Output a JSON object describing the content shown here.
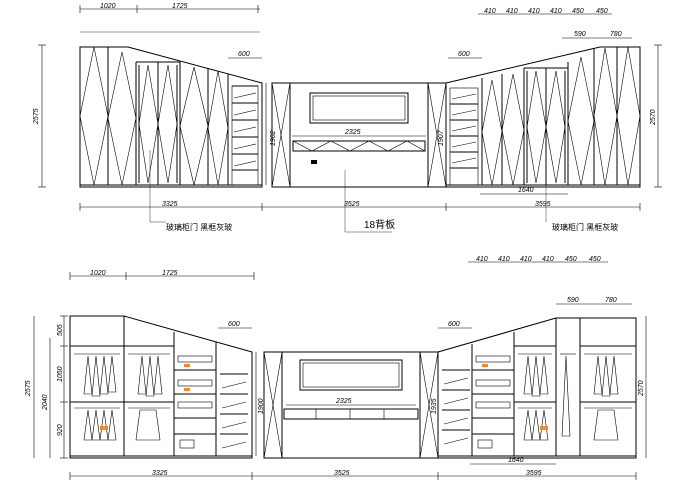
{
  "colors": {
    "line": "#000000",
    "accent": "#f28c28",
    "background": "#ffffff"
  },
  "top_elevation": {
    "top_dims_left": [
      "1020",
      "1725"
    ],
    "top_dims_right": [
      "410",
      "410",
      "410",
      "410",
      "450",
      "450"
    ],
    "sub_dims_right": [
      "590",
      "780"
    ],
    "dim_600_left": "600",
    "dim_600_right": "600",
    "height_left": "2575",
    "height_right": "2570",
    "inner_height_left": "1902",
    "inner_height_right": "1907",
    "tv_width": "2325",
    "bottom_right_inner": "1640",
    "bottom_dims": [
      "3325",
      "3525",
      "3595"
    ],
    "note_left": "玻璃柜门  黑框灰玻",
    "note_center": "18背板",
    "note_right": "玻璃柜门  黑框灰玻"
  },
  "bottom_elevation": {
    "top_dims_left": [
      "1020",
      "1725"
    ],
    "top_dims_right": [
      "410",
      "410",
      "410",
      "410",
      "450",
      "450"
    ],
    "sub_dims_right": [
      "590",
      "780"
    ],
    "dim_600_left": "600",
    "dim_600_right": "600",
    "height_left": "2575",
    "stack_left": [
      "505",
      "1050",
      "920"
    ],
    "stack_total": "2040",
    "height_right": "2570",
    "inner_height_left": "1900",
    "inner_height_right": "1935",
    "tv_width": "2325",
    "bottom_right_inner": "1640",
    "bottom_dims": [
      "3325",
      "3525",
      "3595"
    ]
  }
}
